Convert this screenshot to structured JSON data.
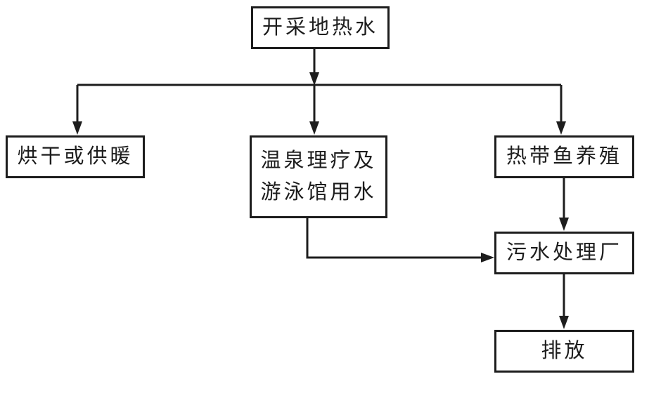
{
  "diagram": {
    "title": "geothermal-water-utilization-flowchart",
    "background_color": "#ffffff",
    "line_color": "#1d1d1d",
    "nodes": [
      {
        "id": "extract",
        "label": "开采地热水"
      },
      {
        "id": "drying",
        "label": "烘干或供暖"
      },
      {
        "id": "spa",
        "lines": [
          "温泉理疗及",
          "游泳馆用水"
        ]
      },
      {
        "id": "fish",
        "label": "热带鱼养殖"
      },
      {
        "id": "sewage",
        "label": "污水处理厂"
      },
      {
        "id": "discharge",
        "label": "排放"
      }
    ],
    "edges": [
      {
        "from": "开采地热水",
        "to": "烘干或供暖"
      },
      {
        "from": "开采地热水",
        "to": "温泉理疗及游泳馆用水"
      },
      {
        "from": "开采地热水",
        "to": "热带鱼养殖"
      },
      {
        "from": "温泉理疗及游泳馆用水",
        "to": "污水处理厂"
      },
      {
        "from": "热带鱼养殖",
        "to": "污水处理厂"
      },
      {
        "from": "污水处理厂",
        "to": "排放"
      }
    ]
  }
}
